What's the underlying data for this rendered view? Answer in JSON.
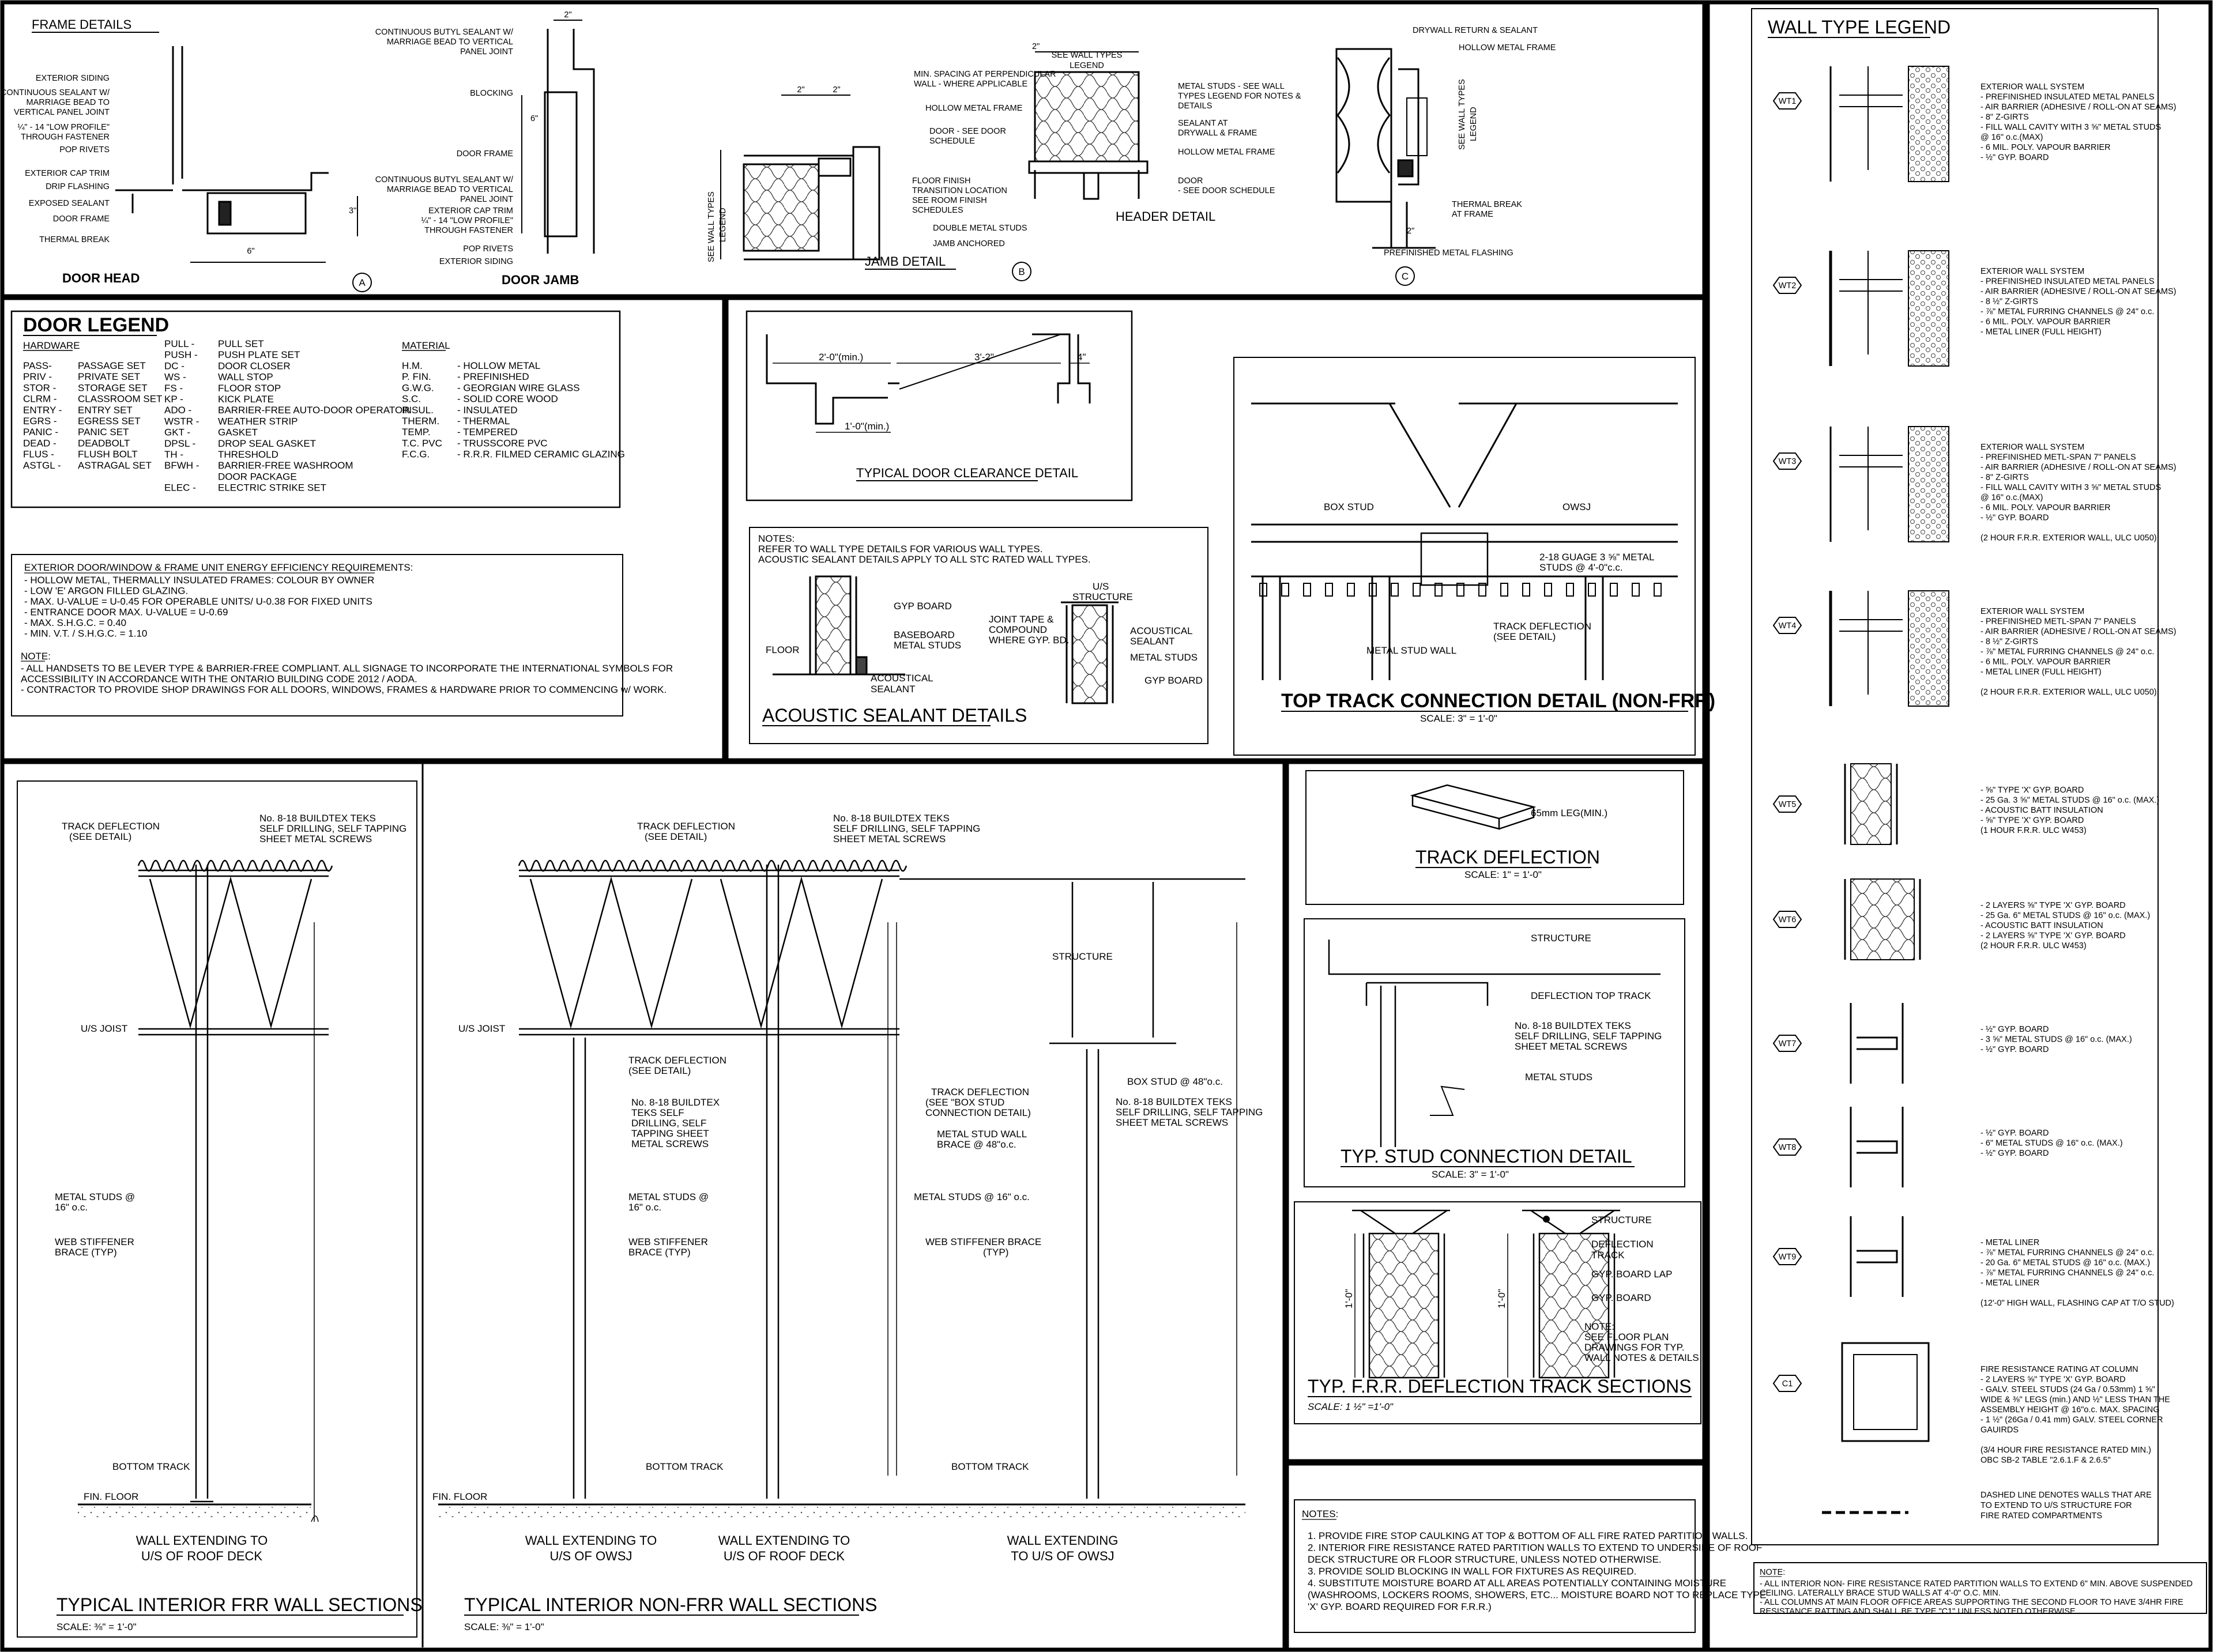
{
  "frame": {
    "title": "FRAME DETAILS",
    "door_head": {
      "title": "DOOR HEAD",
      "labels": [
        "EXTERIOR SIDING",
        "CONTINUOUS SEALANT W/",
        "MARRIAGE BEAD TO",
        "VERTICAL PANEL JOINT",
        "¼\" - 14 \"LOW PROFILE\"",
        "THROUGH FASTENER",
        "POP RIVETS",
        "EXTERIOR CAP TRIM",
        "DRIP FLASHING",
        "EXPOSED SEALANT",
        "DOOR FRAME",
        "THERMAL BREAK"
      ],
      "dims": [
        "6\"",
        "3\""
      ]
    },
    "door_jamb": {
      "title": "DOOR JAMB",
      "labels": [
        "CONTINUOUS BUTYL SEALANT W/",
        "MARRIAGE BEAD TO VERTICAL",
        "PANEL JOINT",
        "BLOCKING",
        "DOOR FRAME",
        "CONTINUOUS BUTYL SEALANT W/",
        "MARRIAGE BEAD TO VERTICAL",
        "PANEL JOINT",
        "EXTERIOR CAP TRIM",
        "¼\" - 14 \"LOW PROFILE\"",
        "THROUGH FASTENER",
        "POP RIVETS",
        "EXTERIOR SIDING"
      ],
      "dims": [
        "2\"",
        "6\""
      ]
    },
    "marker_a": "A",
    "jamb_detail": {
      "title": "JAMB DETAIL",
      "labels": [
        "MIN. SPACING AT PERPENDICULAR",
        "WALL - WHERE APPLICABLE",
        "HOLLOW METAL FRAME",
        "DOOR - SEE DOOR",
        "SCHEDULE",
        "FLOOR FINISH",
        "TRANSITION LOCATION",
        "SEE ROOM FINISH",
        "SCHEDULES",
        "DOUBLE METAL STUDS",
        "JAMB ANCHORED"
      ],
      "side": [
        "SEE WALL TYPES",
        "LEGEND"
      ],
      "dims": [
        "2\"",
        "2\""
      ]
    },
    "marker_b": "B",
    "header_detail": {
      "title": "HEADER DETAIL",
      "top": [
        "SEE WALL TYPES",
        "LEGEND"
      ],
      "labels": [
        "METAL STUDS - SEE WALL",
        "TYPES LEGEND FOR NOTES &",
        "DETAILS",
        "SEALANT AT",
        "DRYWALL & FRAME",
        "HOLLOW METAL FRAME",
        "DOOR",
        "- SEE DOOR SCHEDULE"
      ],
      "dims": [
        "2\""
      ]
    },
    "c_detail": {
      "labels": [
        "DRYWALL RETURN & SEALANT",
        "HOLLOW METAL FRAME",
        "THERMAL BREAK",
        "AT FRAME",
        "PREFINISHED METAL FLASHING"
      ],
      "side": [
        "SEE WALL TYPES",
        "LEGEND"
      ],
      "dims": [
        "2\""
      ]
    },
    "marker_c": "C"
  },
  "door_legend": {
    "title": "DOOR LEGEND",
    "hardware_header": "HARDWARE",
    "material_header": "MATERIAL",
    "hardware_col1": [
      [
        "PASS-",
        "PASSAGE SET"
      ],
      [
        "PRIV -",
        "PRIVATE SET"
      ],
      [
        "STOR -",
        "STORAGE SET"
      ],
      [
        "CLRM -",
        "CLASSROOM SET"
      ],
      [
        "ENTRY -",
        "ENTRY SET"
      ],
      [
        "EGRS -",
        "EGRESS SET"
      ],
      [
        "PANIC -",
        "PANIC SET"
      ],
      [
        "DEAD -",
        "DEADBOLT"
      ],
      [
        "FLUS -",
        "FLUSH BOLT"
      ],
      [
        "ASTGL -",
        "ASTRAGAL SET"
      ]
    ],
    "hardware_col2": [
      [
        "PULL -",
        "PULL SET"
      ],
      [
        "PUSH -",
        "PUSH PLATE SET"
      ],
      [
        "DC -",
        "DOOR CLOSER"
      ],
      [
        "WS -",
        "WALL STOP"
      ],
      [
        "FS -",
        "FLOOR STOP"
      ],
      [
        "KP -",
        "KICK PLATE"
      ],
      [
        "ADO -",
        "BARRIER-FREE AUTO-DOOR OPERATOR"
      ],
      [
        "WSTR -",
        "WEATHER STRIP"
      ],
      [
        "GKT -",
        "GASKET"
      ],
      [
        "DPSL -",
        "DROP SEAL GASKET"
      ],
      [
        "TH -",
        "THRESHOLD"
      ],
      [
        "BFWH -",
        "BARRIER-FREE WASHROOM"
      ],
      [
        "",
        "DOOR PACKAGE"
      ],
      [
        "ELEC -",
        "ELECTRIC STRIKE SET"
      ]
    ],
    "material": [
      [
        "H.M.",
        "- HOLLOW METAL"
      ],
      [
        "P. FIN.",
        "- PREFINISHED"
      ],
      [
        "G.W.G.",
        "- GEORGIAN WIRE GLASS"
      ],
      [
        "S.C.",
        "- SOLID CORE WOOD"
      ],
      [
        "INSUL.",
        "- INSULATED"
      ],
      [
        "THERM.",
        "- THERMAL"
      ],
      [
        "TEMP.",
        "- TEMPERED"
      ],
      [
        "T.C. PVC",
        "- TRUSSCORE PVC"
      ],
      [
        "F.C.G.",
        "- R.R.R. FILMED CERAMIC GLAZING"
      ]
    ]
  },
  "energy_box": {
    "title": "EXTERIOR DOOR/WINDOW & FRAME UNIT ENERGY EFFICIENCY REQUIREMENTS:",
    "items": [
      "- HOLLOW METAL, THERMALLY INSULATED FRAMES: COLOUR BY OWNER",
      "- LOW 'E' ARGON FILLED GLAZING.",
      "- MAX. U-VALUE = U-0.45 FOR OPERABLE UNITS/ U-0.38 FOR FIXED UNITS",
      "- ENTRANCE DOOR MAX. U-VALUE = U-0.69",
      "- MAX. S.H.G.C. = 0.40",
      "- MIN. V.T. / S.H.G.C. = 1.10"
    ],
    "note_title": "NOTE:",
    "notes": [
      "- ALL HANDSETS TO BE LEVER TYPE & BARRIER-FREE COMPLIANT. ALL SIGNAGE TO INCORPORATE THE INTERNATIONAL SYMBOLS FOR",
      "ACCESSIBILITY IN ACCORDANCE WITH THE ONTARIO BUILDING CODE 2012 / AODA.",
      "- CONTRACTOR TO PROVIDE SHOP DRAWINGS FOR ALL DOORS, WINDOWS, FRAMES & HARDWARE PRIOR TO COMMENCING w/ WORK."
    ]
  },
  "clearance": {
    "title": "TYPICAL DOOR CLEARANCE DETAIL",
    "dims": [
      "2'-0\"(min.)",
      "3'-2\"",
      "4\"",
      "1'-0\"(min.)"
    ]
  },
  "acoustic": {
    "title": "ACOUSTIC SEALANT DETAILS",
    "notes": [
      "NOTES:",
      "REFER TO WALL TYPE DETAILS FOR VARIOUS WALL TYPES.",
      "ACOUSTIC SEALANT DETAILS APPLY TO ALL STC RATED WALL TYPES."
    ],
    "left_labels": [
      "GYP BOARD",
      "BASEBOARD",
      "METAL STUDS",
      "FLOOR",
      "ACOUSTICAL",
      "SEALANT"
    ],
    "right_labels": [
      "U/S",
      "STRUCTURE",
      "JOINT TAPE &",
      "COMPOUND",
      "WHERE GYP. BD.",
      "ACOUSTICAL",
      "SEALANT",
      "METAL STUDS",
      "GYP BOARD"
    ]
  },
  "top_track": {
    "title": "TOP TRACK CONNECTION DETAIL (NON-FRR)",
    "scale": "SCALE: 3\" = 1'-0\"",
    "labels": [
      "BOX STUD",
      "OWSJ",
      "2-18 GUAGE 3 ⅝\" METAL",
      "STUDS @ 4'-0\"c.c.",
      "TRACK DEFLECTION",
      "(SEE DETAIL)",
      "METAL STUD WALL"
    ]
  },
  "wall_legend": {
    "title": "WALL TYPE LEGEND",
    "types": [
      {
        "tag": "WT1",
        "lines": [
          "EXTERIOR WALL SYSTEM",
          "- PREFINISHED INSULATED METAL PANELS",
          "- AIR BARRIER (ADHESIVE / ROLL-ON AT SEAMS)",
          "- 8\" Z-GIRTS",
          "- FILL WALL CAVITY WITH 3 ⅝\" METAL STUDS",
          "@ 16\" o.c.(MAX)",
          "- 6 MIL. POLY. VAPOUR BARRIER",
          "- ½\" GYP. BOARD"
        ]
      },
      {
        "tag": "WT2",
        "lines": [
          "EXTERIOR WALL SYSTEM",
          "- PREFINISHED INSULATED METAL PANELS",
          "- AIR BARRIER (ADHESIVE / ROLL-ON AT SEAMS)",
          "- 8 ½\" Z-GIRTS",
          "- ⅞\" METAL FURRING CHANNELS @ 24\" o.c.",
          "- 6 MIL. POLY. VAPOUR BARRIER",
          "- METAL LINER (FULL HEIGHT)"
        ]
      },
      {
        "tag": "WT3",
        "lines": [
          "EXTERIOR WALL SYSTEM",
          "- PREFINISHED METL-SPAN 7\" PANELS",
          "- AIR BARRIER (ADHESIVE / ROLL-ON AT SEAMS)",
          "- 8\" Z-GIRTS",
          "- FILL WALL CAVITY WITH 3 ⅝\" METAL STUDS",
          "@ 16\" o.c.(MAX)",
          "- 6 MIL. POLY. VAPOUR BARRIER",
          "- ½\" GYP. BOARD",
          "",
          "(2 HOUR F.R.R. EXTERIOR WALL, ULC U050)"
        ]
      },
      {
        "tag": "WT4",
        "lines": [
          "EXTERIOR WALL SYSTEM",
          "- PREFINISHED METL-SPAN 7\" PANELS",
          "- AIR BARRIER (ADHESIVE / ROLL-ON AT SEAMS)",
          "- 8 ½\" Z-GIRTS",
          "- ⅞\" METAL FURRING CHANNELS @ 24\" o.c.",
          "- 6 MIL. POLY. VAPOUR BARRIER",
          "- METAL LINER (FULL HEIGHT)",
          "",
          "(2 HOUR F.R.R. EXTERIOR WALL, ULC U050)"
        ]
      },
      {
        "tag": "WT5",
        "lines": [
          "- ⅝\" TYPE 'X' GYP. BOARD",
          "- 25 Ga. 3 ⅝\" METAL STUDS @ 16\" o.c. (MAX.)",
          "- ACOUSTIC BATT INSULATION",
          "- ⅝\" TYPE 'X' GYP. BOARD",
          "(1 HOUR F.R.R. ULC W453)"
        ]
      },
      {
        "tag": "WT6",
        "lines": [
          "- 2 LAYERS ⅝\" TYPE 'X' GYP. BOARD",
          "- 25 Ga. 6\" METAL STUDS @ 16\" o.c. (MAX.)",
          "- ACOUSTIC BATT INSULATION",
          "- 2 LAYERS ⅝\" TYPE 'X' GYP. BOARD",
          "(2 HOUR F.R.R. ULC W453)"
        ]
      },
      {
        "tag": "WT7",
        "lines": [
          "- ½\" GYP. BOARD",
          "- 3 ⅝\" METAL STUDS @ 16\" o.c. (MAX.)",
          "- ½\" GYP. BOARD"
        ]
      },
      {
        "tag": "WT8",
        "lines": [
          "- ½\" GYP. BOARD",
          "- 6\" METAL STUDS @ 16\" o.c. (MAX.)",
          "- ½\" GYP. BOARD"
        ]
      },
      {
        "tag": "WT9",
        "lines": [
          "- METAL LINER",
          "- ⅞\" METAL FURRING CHANNELS @ 24\" o.c.",
          "- 20 Ga. 6\" METAL STUDS @ 16\" o.c. (MAX.)",
          "- ⅞\" METAL FURRING CHANNELS @ 24\" o.c.",
          "- METAL LINER",
          "",
          "(12'-0\" HIGH WALL, FLASHING CAP AT T/O STUD)"
        ]
      },
      {
        "tag": "C1",
        "lines": [
          "FIRE RESISTANCE RATING AT COLUMN",
          "- 2 LAYERS ⅝\" TYPE 'X' GYP. BOARD",
          "- GALV. STEEL STUDS (24 Ga / 0.53mm) 1 ⅝\"",
          "WIDE & ⅜\" LEGS (min.) AND ½\" LESS THAN THE",
          "ASSEMBLY HEIGHT @ 16\"o.c. MAX. SPACING",
          "- 1 ½\" (26Ga / 0.41 mm) GALV. STEEL CORNER",
          "GAUIRDS",
          "",
          "(3/4 HOUR FIRE RESISTANCE RATED MIN.)",
          "OBC SB-2 TABLE \"2.6.1.F & 2.6.5\""
        ]
      }
    ],
    "dashed": [
      "DASHED LINE DENOTES WALLS THAT ARE",
      "TO EXTEND TO U/S STRUCTURE FOR",
      "FIRE RATED COMPARTMENTS"
    ],
    "note_title": "NOTE:",
    "notes": [
      "- ALL INTERIOR NON- FIRE RESISTANCE RATED PARTITION WALLS TO EXTEND 6\" MIN. ABOVE SUSPENDED",
      "CEILING. LATERALLY BRACE STUD WALLS AT 4'-0\" O.C. MIN.",
      "- ALL COLUMNS AT MAIN FLOOR OFFICE AREAS SUPPORTING THE SECOND FLOOR TO HAVE 3/4HR FIRE",
      "RESISTANCE RATTING AND SHALL BE TYPE \"C1\" UNLESS NOTED OTHERWISE."
    ]
  },
  "frr_sections": {
    "title": "TYPICAL INTERIOR FRR WALL SECTIONS",
    "scale": "SCALE: ⅜\" = 1'-0\"",
    "labels": [
      "TRACK DEFLECTION",
      "(SEE DETAIL)",
      "No. 8-18 BUILDTEX TEKS",
      "SELF DRILLING, SELF TAPPING",
      "SHEET METAL SCREWS",
      "U/S JOIST",
      "METAL STUDS @",
      "16\" o.c.",
      "WEB STIFFENER",
      "BRACE (TYP)",
      "BOTTOM TRACK",
      "FIN. FLOOR"
    ],
    "caption": [
      "WALL EXTENDING TO",
      "U/S OF ROOF DECK"
    ]
  },
  "nonfrr_sections": {
    "title": "TYPICAL INTERIOR NON-FRR WALL SECTIONS",
    "scale": "SCALE: ⅜\" = 1'-0\"",
    "labels": [
      "TRACK DEFLECTION",
      "(SEE DETAIL)",
      "No. 8-18 BUILDTEX TEKS",
      "SELF DRILLING, SELF TAPPING",
      "SHEET METAL SCREWS",
      "U/S JOIST",
      "TRACK DEFLECTION",
      "(SEE DETAIL)",
      "No. 8-18 BUILDTEX",
      "TEKS SELF",
      "DRILLING, SELF",
      "TAPPING SHEET",
      "METAL SCREWS",
      "METAL STUDS @",
      "16\" o.c.",
      "WEB STIFFENER",
      "BRACE (TYP)",
      "BOTTOM TRACK",
      "FIN. FLOOR",
      "STRUCTURE",
      "BOX STUD @ 48\"o.c.",
      "TRACK DEFLECTION",
      "(SEE \"BOX STUD",
      "CONNECTION DETAIL)",
      "No. 8-18 BUILDTEX TEKS",
      "SELF DRILLING, SELF TAPPING",
      "SHEET METAL SCREWS",
      "METAL STUD WALL",
      "BRACE @ 48\"o.c.",
      "METAL STUDS @ 16\" o.c.",
      "WEB STIFFENER BRACE",
      "(TYP)",
      "BOTTOM TRACK"
    ],
    "captions": [
      [
        "WALL EXTENDING TO",
        "U/S OF OWSJ"
      ],
      [
        "WALL EXTENDING TO",
        "U/S OF ROOF DECK"
      ],
      [
        "WALL EXTENDING",
        "TO U/S OF OWSJ"
      ]
    ]
  },
  "track_deflection": {
    "title": "TRACK DEFLECTION",
    "scale": "SCALE: 1\" = 1'-0\"",
    "label": "65mm LEG(MIN.)"
  },
  "stud_connection": {
    "title": "TYP. STUD CONNECTION DETAIL",
    "scale": "SCALE: 3\" = 1'-0\"",
    "labels": [
      "STRUCTURE",
      "DEFLECTION TOP TRACK",
      "No. 8-18 BUILDTEX TEKS",
      "SELF DRILLING, SELF TAPPING",
      "SHEET METAL SCREWS",
      "METAL STUDS"
    ]
  },
  "frr_deflection": {
    "title": "TYP. F.R.R. DEFLECTION TRACK SECTIONS",
    "scale": "SCALE: 1 ½\" =1'-0\"",
    "dims": [
      "1'-0\"",
      "1'-0\""
    ],
    "labels": [
      "STRUCTURE",
      "DEFLECTION",
      "TRACK",
      "GYP. BOARD LAP",
      "GYP. BOARD",
      "NOTE:",
      "SEE FLOOR PLAN",
      "DRAWINGS FOR TYP.",
      "WALL NOTES & DETAILS"
    ]
  },
  "general_notes": {
    "title": "NOTES:",
    "items": [
      "1. PROVIDE FIRE STOP CAULKING AT TOP & BOTTOM OF ALL FIRE RATED PARTITION WALLS.",
      "2. INTERIOR FIRE RESISTANCE RATED PARTITION WALLS TO EXTEND TO UNDERSIDE OF ROOF",
      "DECK STRUCTURE OR FLOOR STRUCTURE, UNLESS NOTED OTHERWISE.",
      "3. PROVIDE SOLID BLOCKING IN WALL FOR FIXTURES AS REQUIRED.",
      "4. SUBSTITUTE MOISTURE BOARD AT ALL AREAS POTENTIALLY CONTAINING MOISTURE",
      "(WASHROOMS, LOCKERS ROOMS, SHOWERS, ETC... MOISTURE BOARD NOT TO REPLACE TYPE",
      "'X' GYP. BOARD REQUIRED FOR F.R.R.)"
    ]
  }
}
